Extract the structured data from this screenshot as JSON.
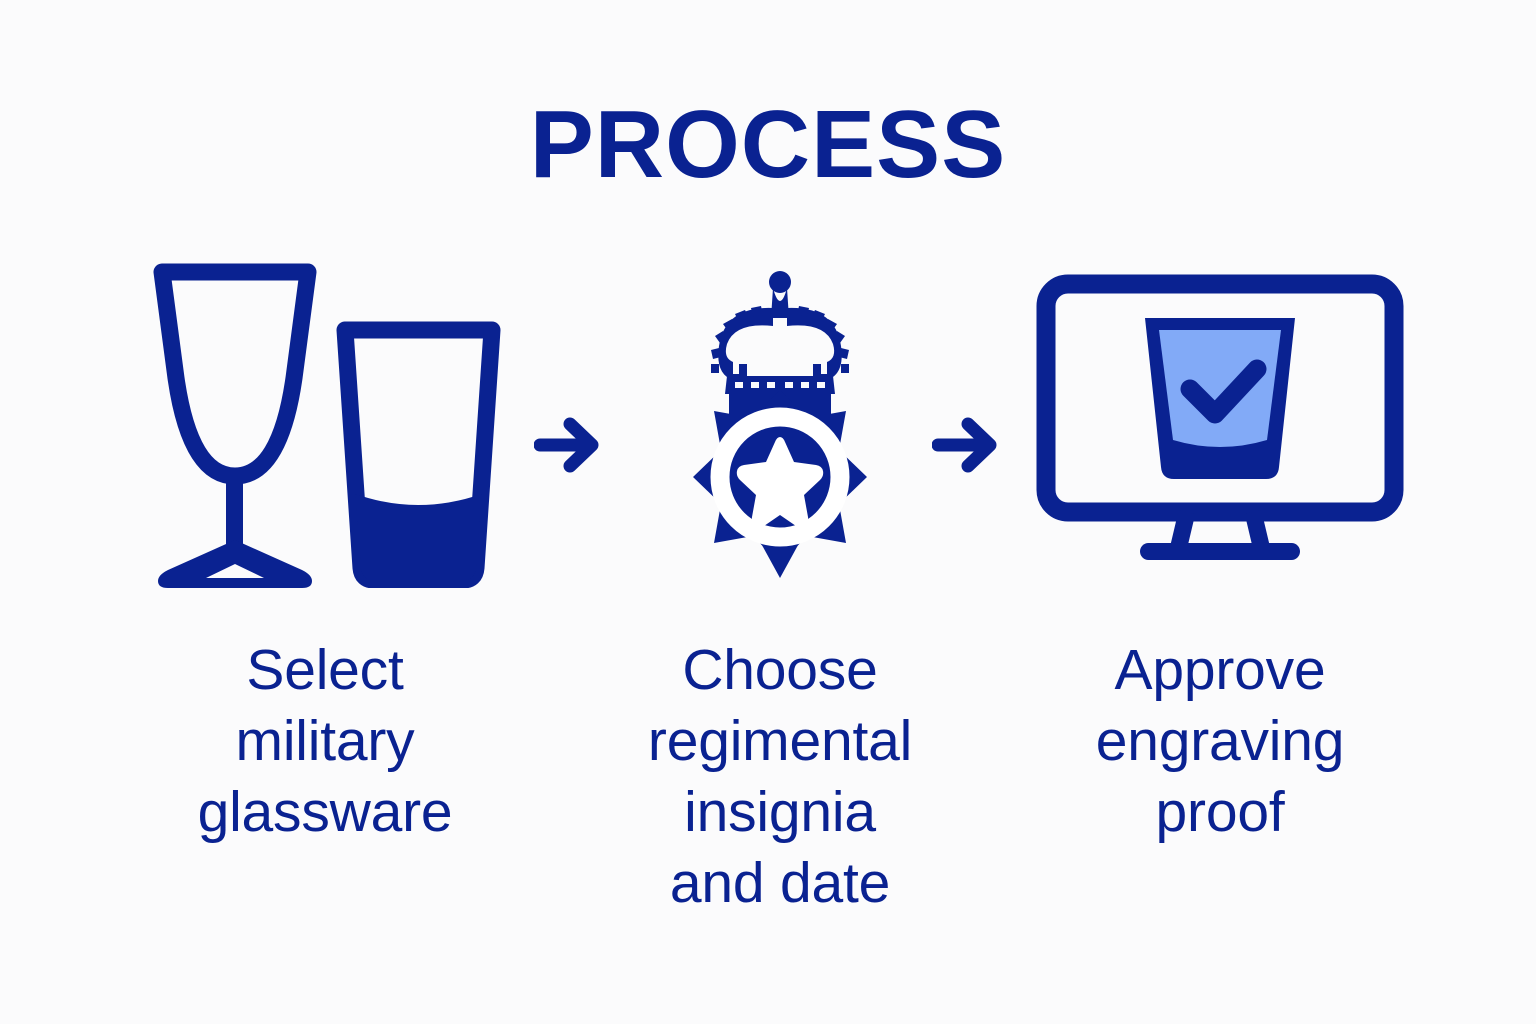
{
  "page": {
    "title": "PROCESS",
    "background_color": "#fbfbfc"
  },
  "colors": {
    "navy": "#0a2291",
    "light_blue": "#82aaf7",
    "white": "#ffffff"
  },
  "steps": [
    {
      "index": "1",
      "icon_name": "glassware-icon",
      "icon_parts": [
        "wine-glass-icon",
        "tumbler-glass-icon"
      ],
      "caption": "Select\nmilitary\nglassware"
    },
    {
      "index": "2",
      "icon_name": "regimental-badge-icon",
      "icon_parts": [
        "crown-icon",
        "eight-point-star-icon",
        "ring-icon",
        "five-point-star-icon"
      ],
      "caption": "Choose\nregimental\ninsignia\nand date"
    },
    {
      "index": "3",
      "icon_name": "monitor-proof-icon",
      "icon_parts": [
        "monitor-icon",
        "tumbler-glass-icon",
        "checkmark-icon"
      ],
      "caption": "Approve\nengraving\nproof"
    }
  ],
  "arrows": [
    {
      "name": "arrow-step1-to-step2",
      "direction": "right"
    },
    {
      "name": "arrow-step2-to-step3",
      "direction": "right"
    }
  ]
}
